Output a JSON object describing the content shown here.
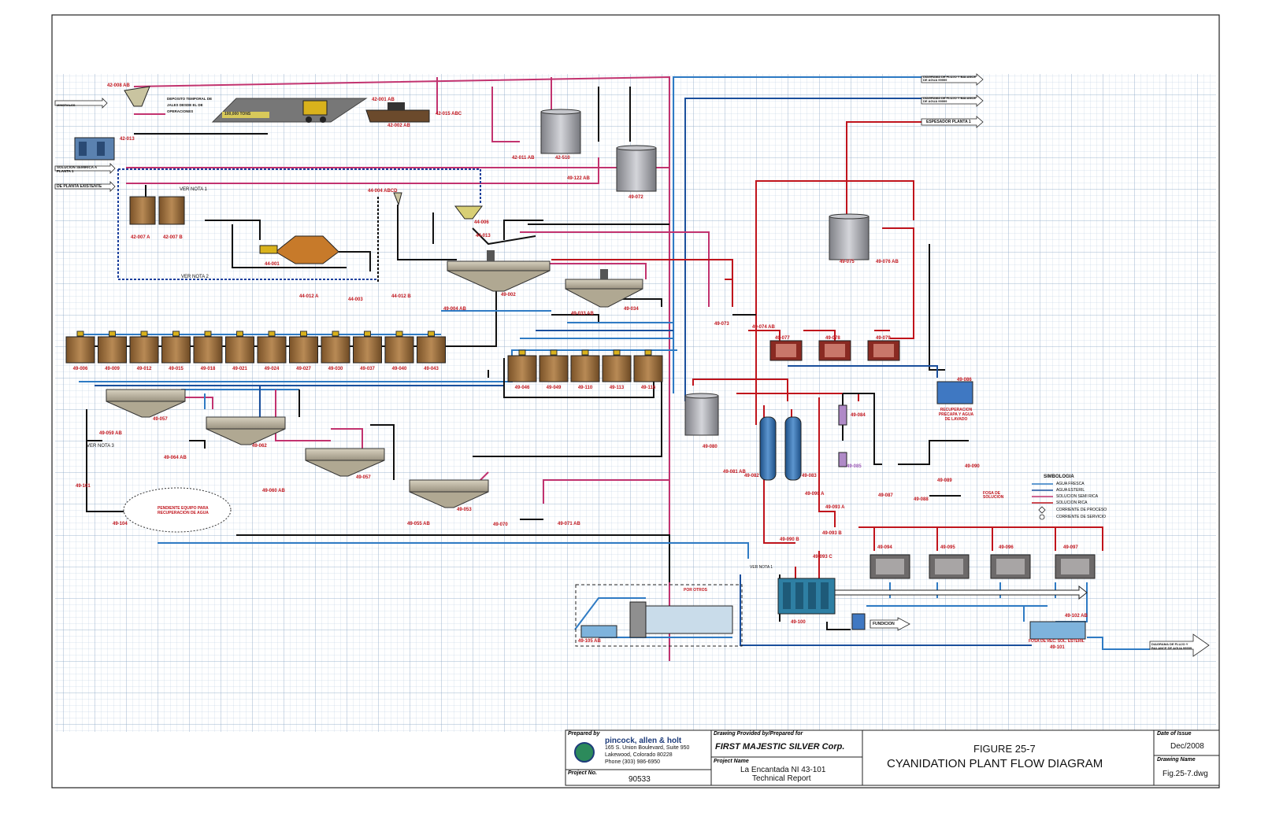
{
  "colors": {
    "fresh_water": "#2f7bc4",
    "barren_solution": "#1a4f9c",
    "semi_rich_solution": "#c2336f",
    "rich_solution": "#c0141c",
    "process_stream": "#111111",
    "grid_line": "#a9bfd6",
    "tank_fill": "#a8a8ad",
    "leach_tank": "#9b6b3c"
  },
  "labels": {
    "tr_1": "DIAGRAMA DE FLUJO Y BALANCE DE AGUA 99999",
    "tr_2": "DIAGRAMA DE FLUJO Y BALANCE DE AGUA 99999",
    "tr_3": "ESPESADOR PLANTA 1",
    "left_1": "SOLUCION SEMIRICA A PLANTA 1",
    "left_2": "DE PLANTA EXISTENTE",
    "left_0": "MINERALES",
    "deposit": "DEPOSITO TEMPORAL DE JALES DESDE EL DE OPERACIONES",
    "tons": "100,000 TONS",
    "eq_42008": "42-008 AB",
    "eq_42001": "42-001 AB",
    "eq_42002": "42-002 AB",
    "eq_42015": "42-015 ABC",
    "eq_42013": "42-013",
    "eq_42011": "42-011 AB",
    "eq_42510": "42-510",
    "eq_49122": "49-122 AB",
    "eq_49072": "49-072",
    "eq_44004": "44-004 ABCD",
    "eq_44006": "44-006",
    "eq_44013": "44-013",
    "eq_42007a": "42-007 A",
    "eq_42007b": "42-007 B",
    "ver_nota1": "VER NOTA 1",
    "eq_44001": "44-001",
    "eq_44012a": "44-012 A",
    "eq_44003": "44-003",
    "eq_44012b": "44-012 B",
    "ver_nota2": "VER NOTA 2",
    "eq_49002": "49-002",
    "eq_49004": "49-004 AB",
    "eq_49033": "49-033 AB",
    "eq_49034": "49-034",
    "eq_49073": "49-073",
    "eq_49074": "49-074 AB",
    "eq_49075": "49-075",
    "eq_49076": "49-076 AB",
    "eq_49077": "49-077",
    "eq_49078": "49-078",
    "eq_49079": "49-079",
    "eq_49086": "49-086",
    "recuperacion": "RECUPERACION PRECAPA Y AGUA DE LAVADO",
    "eq_49080": "49-080",
    "eq_49081": "49-081 AB",
    "eq_49082": "49-082",
    "eq_49083": "49-083",
    "eq_49084": "49-084",
    "eq_49085": "49-085",
    "eq_49087": "49-087",
    "eq_49088": "49-088",
    "eq_49089": "49-089",
    "eq_49090": "49-090",
    "fosa_sol": "FOSA DE SOLUCION",
    "eq_49090a": "49-090 A",
    "eq_49093a": "49-093 A",
    "eq_49090b": "49-090 B",
    "eq_49093b": "49-093 B",
    "eq_49093c": "49-093 C",
    "eq_49094": "49-094",
    "eq_49095": "49-095",
    "eq_49096": "49-096",
    "eq_49097": "49-097",
    "eq_49100": "49-100",
    "fundicion": "FUNDICION",
    "eq_49102": "49-102 AB",
    "fosa_rec": "FOSA DE REC. SOL. ESTERIL",
    "eq_49101b": "49-101",
    "eq_49105": "49-105 AB",
    "por_otros": "POR OTROS",
    "ver_nota1b": "VER NOTA 1",
    "br_arrow": "DIAGRAMA DE FLUJO Y BALANCE DE AGUA 99999",
    "leach_tanks": [
      "49-006",
      "49-009",
      "49-012",
      "49-015",
      "49-018",
      "49-021",
      "49-024",
      "49-027",
      "49-030",
      "49-037",
      "49-040",
      "49-043"
    ],
    "leach_tanks_2": [
      "49-046",
      "49-049",
      "49-110",
      "49-113",
      "49-116"
    ],
    "eq_49057": "49-057",
    "eq_49059": "49-059 AB",
    "eq_49064": "49-064 AB",
    "eq_49062": "49-062",
    "eq_49060": "49-060 AB",
    "eq_49057b": "49-057",
    "eq_49053": "49-053",
    "eq_49055": "49-055 AB",
    "eq_49070": "49-070",
    "eq_49071": "49-071 AB",
    "eq_49101": "49-101",
    "eq_49104": "49-104",
    "pendiente": "PENDIENTE EQUIPO PARA RECUPERACION DE AGUA",
    "ver_nota3": "VER NOTA 3"
  },
  "legend": {
    "title": "SIMBOLOGIA",
    "items": [
      "AGUA FRESCA",
      "AGUA ESTERIL",
      "SOLUCION SEMI RICA",
      "SOLUCION RICA",
      "CORRIENTE DE PROCESO",
      "CORRIENTE DE SERVICIO"
    ]
  },
  "title_block": {
    "prepared_by_label": "Prepared by",
    "company": "pincock, allen & holt",
    "address_1": "165 S. Union Boulevard, Suite 950",
    "address_2": "Lakewood, Colorado 80228",
    "phone": "Phone (303) 986-6950",
    "project_no_label": "Project No.",
    "project_no": "90533",
    "drawing_provided_label": "Drawing Provided by/Prepared for",
    "client": "FIRST MAJESTIC SILVER Corp.",
    "project_name_label": "Project Name",
    "project_name_1": "La Encantada NI 43-101",
    "project_name_2": "Technical Report",
    "figure": "FIGURE 25-7",
    "figure_title": "CYANIDATION PLANT FLOW DIAGRAM",
    "date_label": "Date of Issue",
    "date": "Dec/2008",
    "drawing_name_label": "Drawing Name",
    "drawing_name": "Fig.25-7.dwg"
  }
}
